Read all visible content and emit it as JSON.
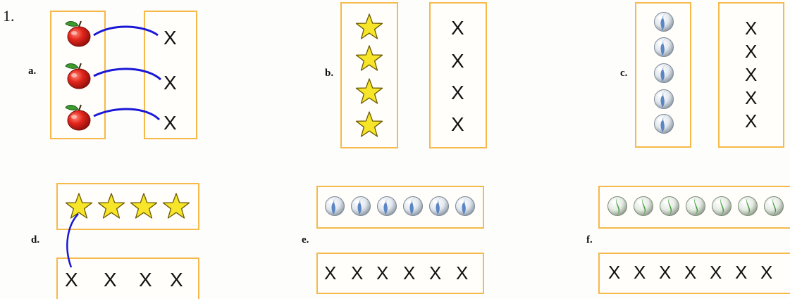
{
  "exercise_number": "1.",
  "mark": "X",
  "colors": {
    "box_border": "#f6b94a",
    "match_line": "#1a18d6",
    "star_fill": "#f7e52a",
    "apple_red": "#e3261c",
    "marble_blue": "#5b86c4",
    "marble_green": "#3f9a3a"
  },
  "problems": [
    {
      "label": "a.",
      "items": {
        "icon": "apple-icon",
        "count": 3
      },
      "marks": 3,
      "lines_drawn": 3
    },
    {
      "label": "b.",
      "items": {
        "icon": "star-icon",
        "count": 4
      },
      "marks": 4,
      "lines_drawn": 0
    },
    {
      "label": "c.",
      "items": {
        "icon": "blue-marble-icon",
        "count": 5
      },
      "marks": 5,
      "lines_drawn": 0
    },
    {
      "label": "d.",
      "items": {
        "icon": "star-icon",
        "count": 4
      },
      "marks": 4,
      "lines_drawn": 1
    },
    {
      "label": "e.",
      "items": {
        "icon": "blue-marble-icon",
        "count": 6
      },
      "marks": 6,
      "lines_drawn": 0
    },
    {
      "label": "f.",
      "items": {
        "icon": "green-marble-icon",
        "count": 7
      },
      "marks": 7,
      "lines_drawn": 0
    }
  ]
}
